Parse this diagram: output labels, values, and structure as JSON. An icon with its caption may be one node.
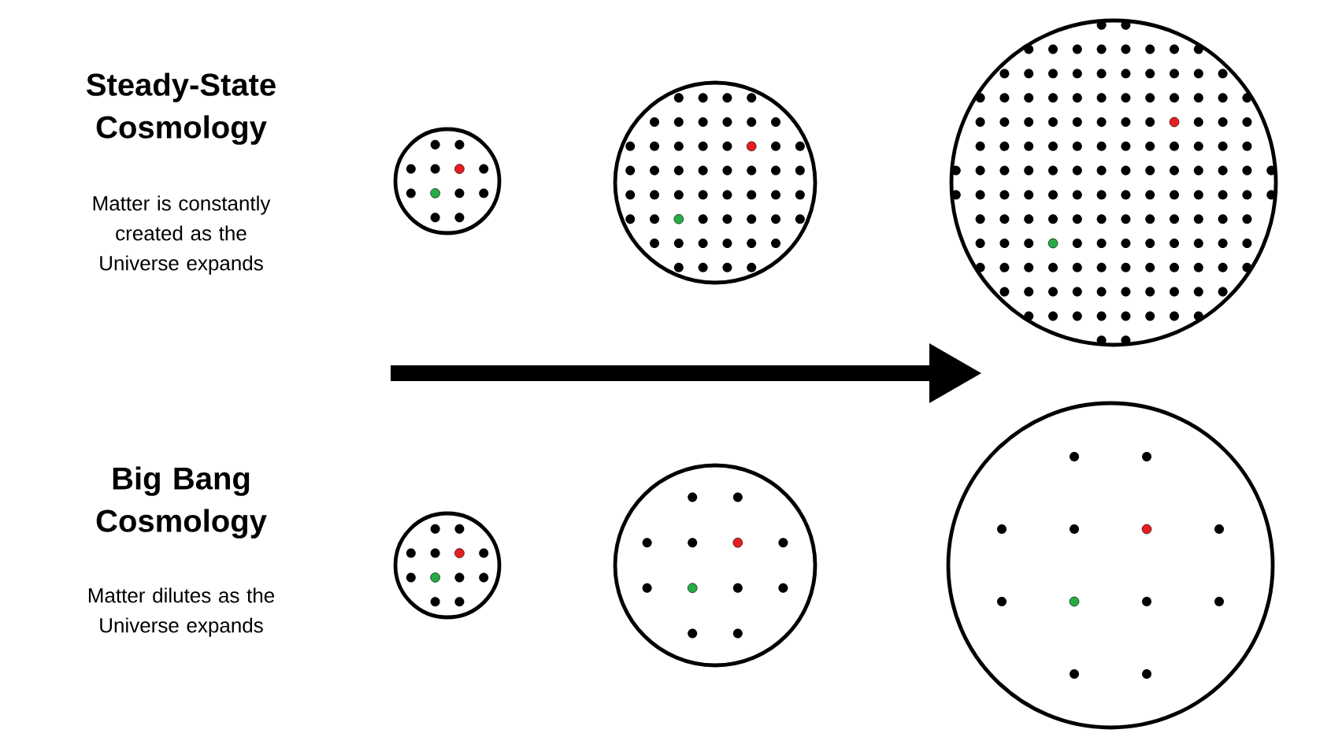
{
  "diagram": {
    "labels": [
      "Steady-State Cosmology",
      "Matter is constantly created as the Universe expands",
      "Big Bang Cosmology",
      "Matter dilutes as the Universe expands"
    ]
  }
}
